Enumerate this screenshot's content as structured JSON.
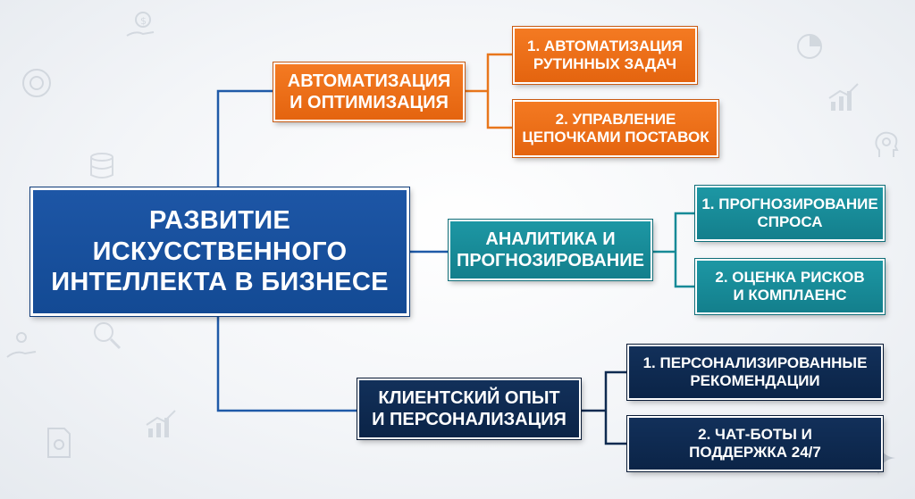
{
  "central": {
    "title": "РАЗВИТИЕ\nИСКУССТВЕННОГО\nИНТЕЛЛЕКТА В БИЗНЕСЕ"
  },
  "branches": [
    {
      "label": "АВТОМАТИЗАЦИЯ\nИ ОПТИМИЗАЦИЯ",
      "color": "#ef6f1a",
      "items": [
        "1. АВТОМАТИЗАЦИЯ\nРУТИННЫХ ЗАДАЧ",
        "2. УПРАВЛЕНИЕ\nЦЕПОЧКАМИ ПОСТАВОК"
      ]
    },
    {
      "label": "АНАЛИТИКА И\nПРОГНОЗИРОВАНИЕ",
      "color": "#178a97",
      "items": [
        "1. ПРОГНОЗИРОВАНИЕ\nСПРОСА",
        "2. ОЦЕНКА РИСКОВ\nИ КОМПЛАЕНС"
      ]
    },
    {
      "label": "КЛИЕНТСКИЙ ОПЫТ\nИ ПЕРСОНАЛИЗАЦИЯ",
      "color": "#0e2a50",
      "items": [
        "1. ПЕРСОНАЛИЗИРОВАННЫЕ\nРЕКОМЕНДАЦИИ",
        "2. ЧАТ-БОТЫ И\nПОДДЕРЖКА 24/7"
      ]
    }
  ],
  "colors": {
    "main": "#1a52a0",
    "connector": "#1f5aa8"
  },
  "icons": [
    "money-hand-icon",
    "dollar-brain-icon",
    "database-coins-icon",
    "pie-chart-icon",
    "bar-chart-up-icon",
    "head-gears-icon",
    "magnifier-chart-icon",
    "hand-person-icon",
    "document-gear-icon",
    "sparkle-icon"
  ]
}
